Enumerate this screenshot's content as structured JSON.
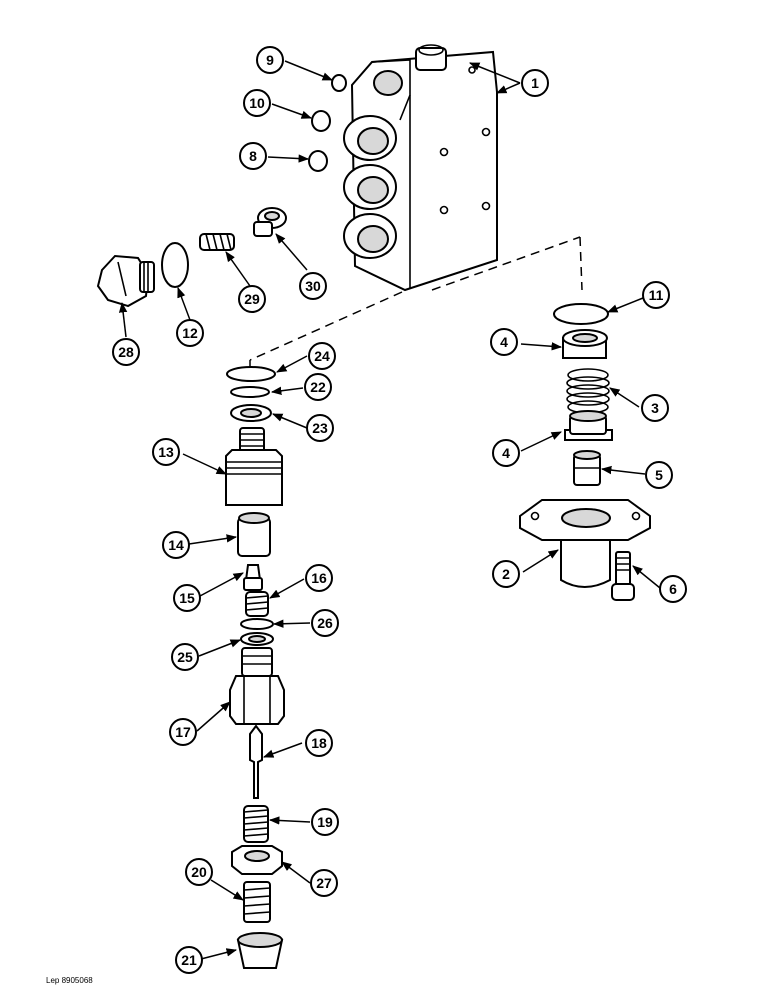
{
  "diagram": {
    "reference_code": "Lep 8905068",
    "callouts": [
      "1",
      "2",
      "3",
      "4",
      "4",
      "5",
      "6",
      "8",
      "9",
      "10",
      "11",
      "12",
      "13",
      "14",
      "15",
      "16",
      "17",
      "18",
      "19",
      "20",
      "21",
      "22",
      "23",
      "24",
      "25",
      "26",
      "27",
      "28",
      "29",
      "30"
    ]
  }
}
